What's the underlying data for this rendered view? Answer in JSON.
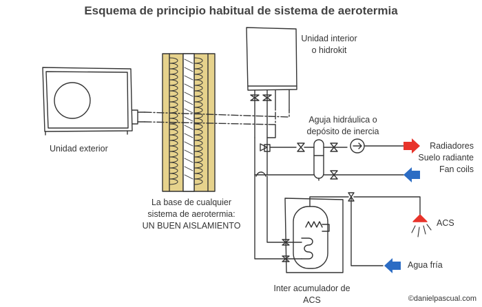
{
  "title": "Esquema de principio habitual de sistema de aerotermia",
  "labels": {
    "outdoor_unit": "Unidad exterior",
    "indoor_unit_line1": "Unidad interior",
    "indoor_unit_line2": "o hidrokit",
    "hydraulic_line1": "Aguja hidráulica o",
    "hydraulic_line2": "depósito de inercia",
    "insulation_line1": "La base de cualquier",
    "insulation_line2": "sistema de aerotermia:",
    "insulation_line3": "UN BUEN AISLAMIENTO",
    "radiators": "Radiadores",
    "floor": "Suelo radiante",
    "fancoils": "Fan coils",
    "acs": "ACS",
    "cold_water": "Agua fría",
    "tank_line1": "Inter acumulador de",
    "tank_line2": "ACS"
  },
  "credit": "©danielpascual.com",
  "colors": {
    "hot": "#e8332a",
    "cold": "#2b6cc4",
    "insulation": "#e6d28c",
    "line": "#333333"
  }
}
